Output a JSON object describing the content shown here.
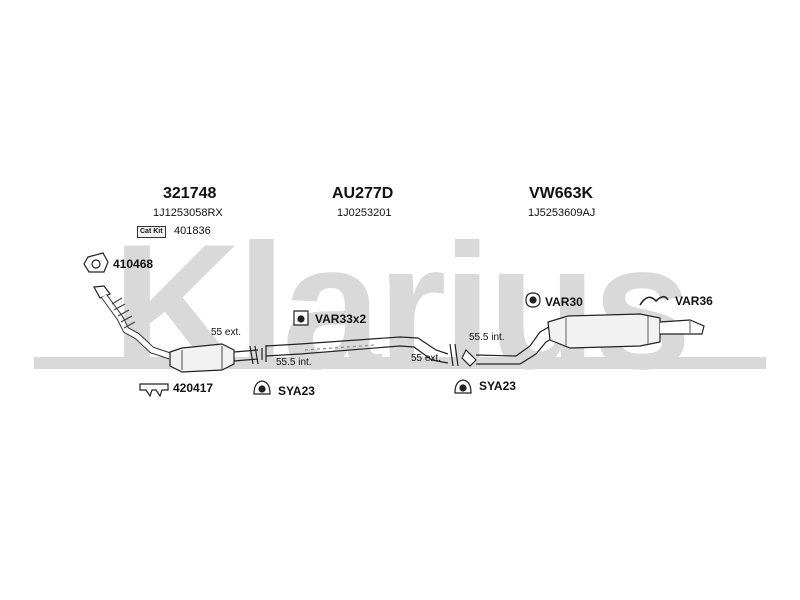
{
  "watermark": {
    "text": "Klarius",
    "color": "#d9d9d9"
  },
  "sections": [
    {
      "code": "321748",
      "oe": "1J1253058RX"
    },
    {
      "code": "AU277D",
      "oe": "1J0253201"
    },
    {
      "code": "VW663K",
      "oe": "1J5253609AJ"
    }
  ],
  "cat_kit": {
    "badge": "Cat Kit",
    "number": "401836"
  },
  "parts": {
    "p410468": "410468",
    "p420417": "420417",
    "var33x2": "VAR33x2",
    "sya23_a": "SYA23",
    "sya23_b": "SYA23",
    "var30": "VAR30",
    "var36": "VAR36"
  },
  "joints": {
    "left_ext": "55 ext.",
    "left_int": "55.5 int.",
    "right_int": "55.5 int.",
    "right_ext": "55 ext."
  }
}
